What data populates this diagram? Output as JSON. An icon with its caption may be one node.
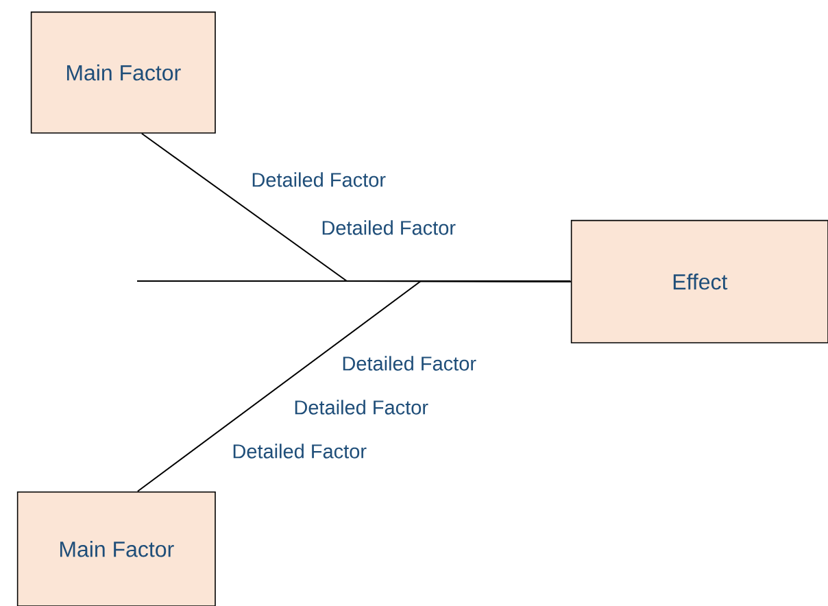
{
  "diagram": {
    "nodes": [
      {
        "text": [
          "Main Factor"
        ]
      },
      {
        "text": [
          "Effect"
        ]
      },
      {
        "text": [
          "Main Factor"
        ]
      }
    ],
    "edges": [
      {
        "from": 0,
        "to": 1,
        "arrow": "none"
      },
      {
        "from": 2,
        "to": 1,
        "arrow": "none"
      }
    ],
    "labels": [
      "Detailed Factor",
      "Detailed Factor",
      "Detailed Factor",
      "Detailed Factor",
      "Detailed Factor"
    ]
  }
}
